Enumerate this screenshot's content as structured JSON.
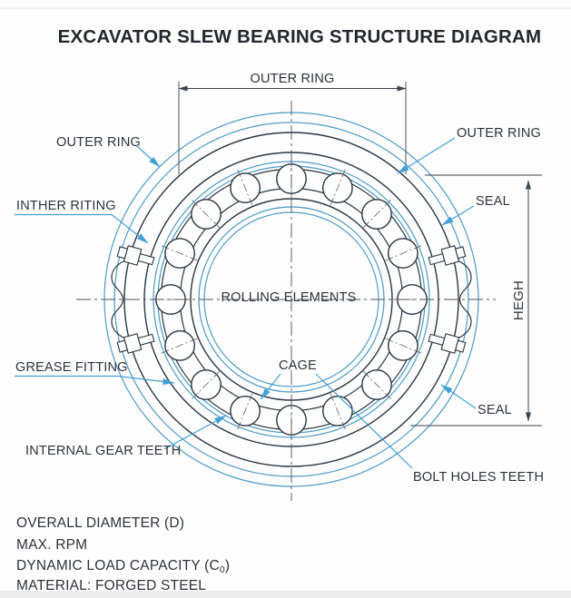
{
  "title": "EXCAVATOR SLEW BEARING STRUCTURE DIAGRAM",
  "labels": {
    "outer_ring_top_dim": "OUTER RING",
    "outer_ring_left": "OUTER RING",
    "inner_ring_left": "INTHER RITING",
    "outer_ring_right": "OUTER RING",
    "seal_upper": "SEAL",
    "seal_lower": "SEAL",
    "rolling_elements": "ROLLING ELEMENTS",
    "cage": "CAGE",
    "grease_fitting": "GREASE FITTING",
    "internal_gear_teeth": "INTERNAL GEAR TEETH",
    "bolt_holes_teeth": "BOLT HOLES TEETH",
    "height_dim": "HEGH"
  },
  "specs": {
    "line1": "OVERALL DIAMETER (D)",
    "line2": "MAX. RPM",
    "line3_pre": "DYNAMIC LOAD CAPACITY (C",
    "line3_sub": "0",
    "line3_post": ")",
    "line4": "MATERIAL: FORGED STEEL"
  },
  "colors": {
    "ring_blue": "#4e9bc6",
    "line_dark": "#2b3640",
    "leader_blue": "#45a0d6",
    "text": "#2e333a",
    "background": "#ffffff"
  },
  "diagram": {
    "ball_count": 16
  }
}
